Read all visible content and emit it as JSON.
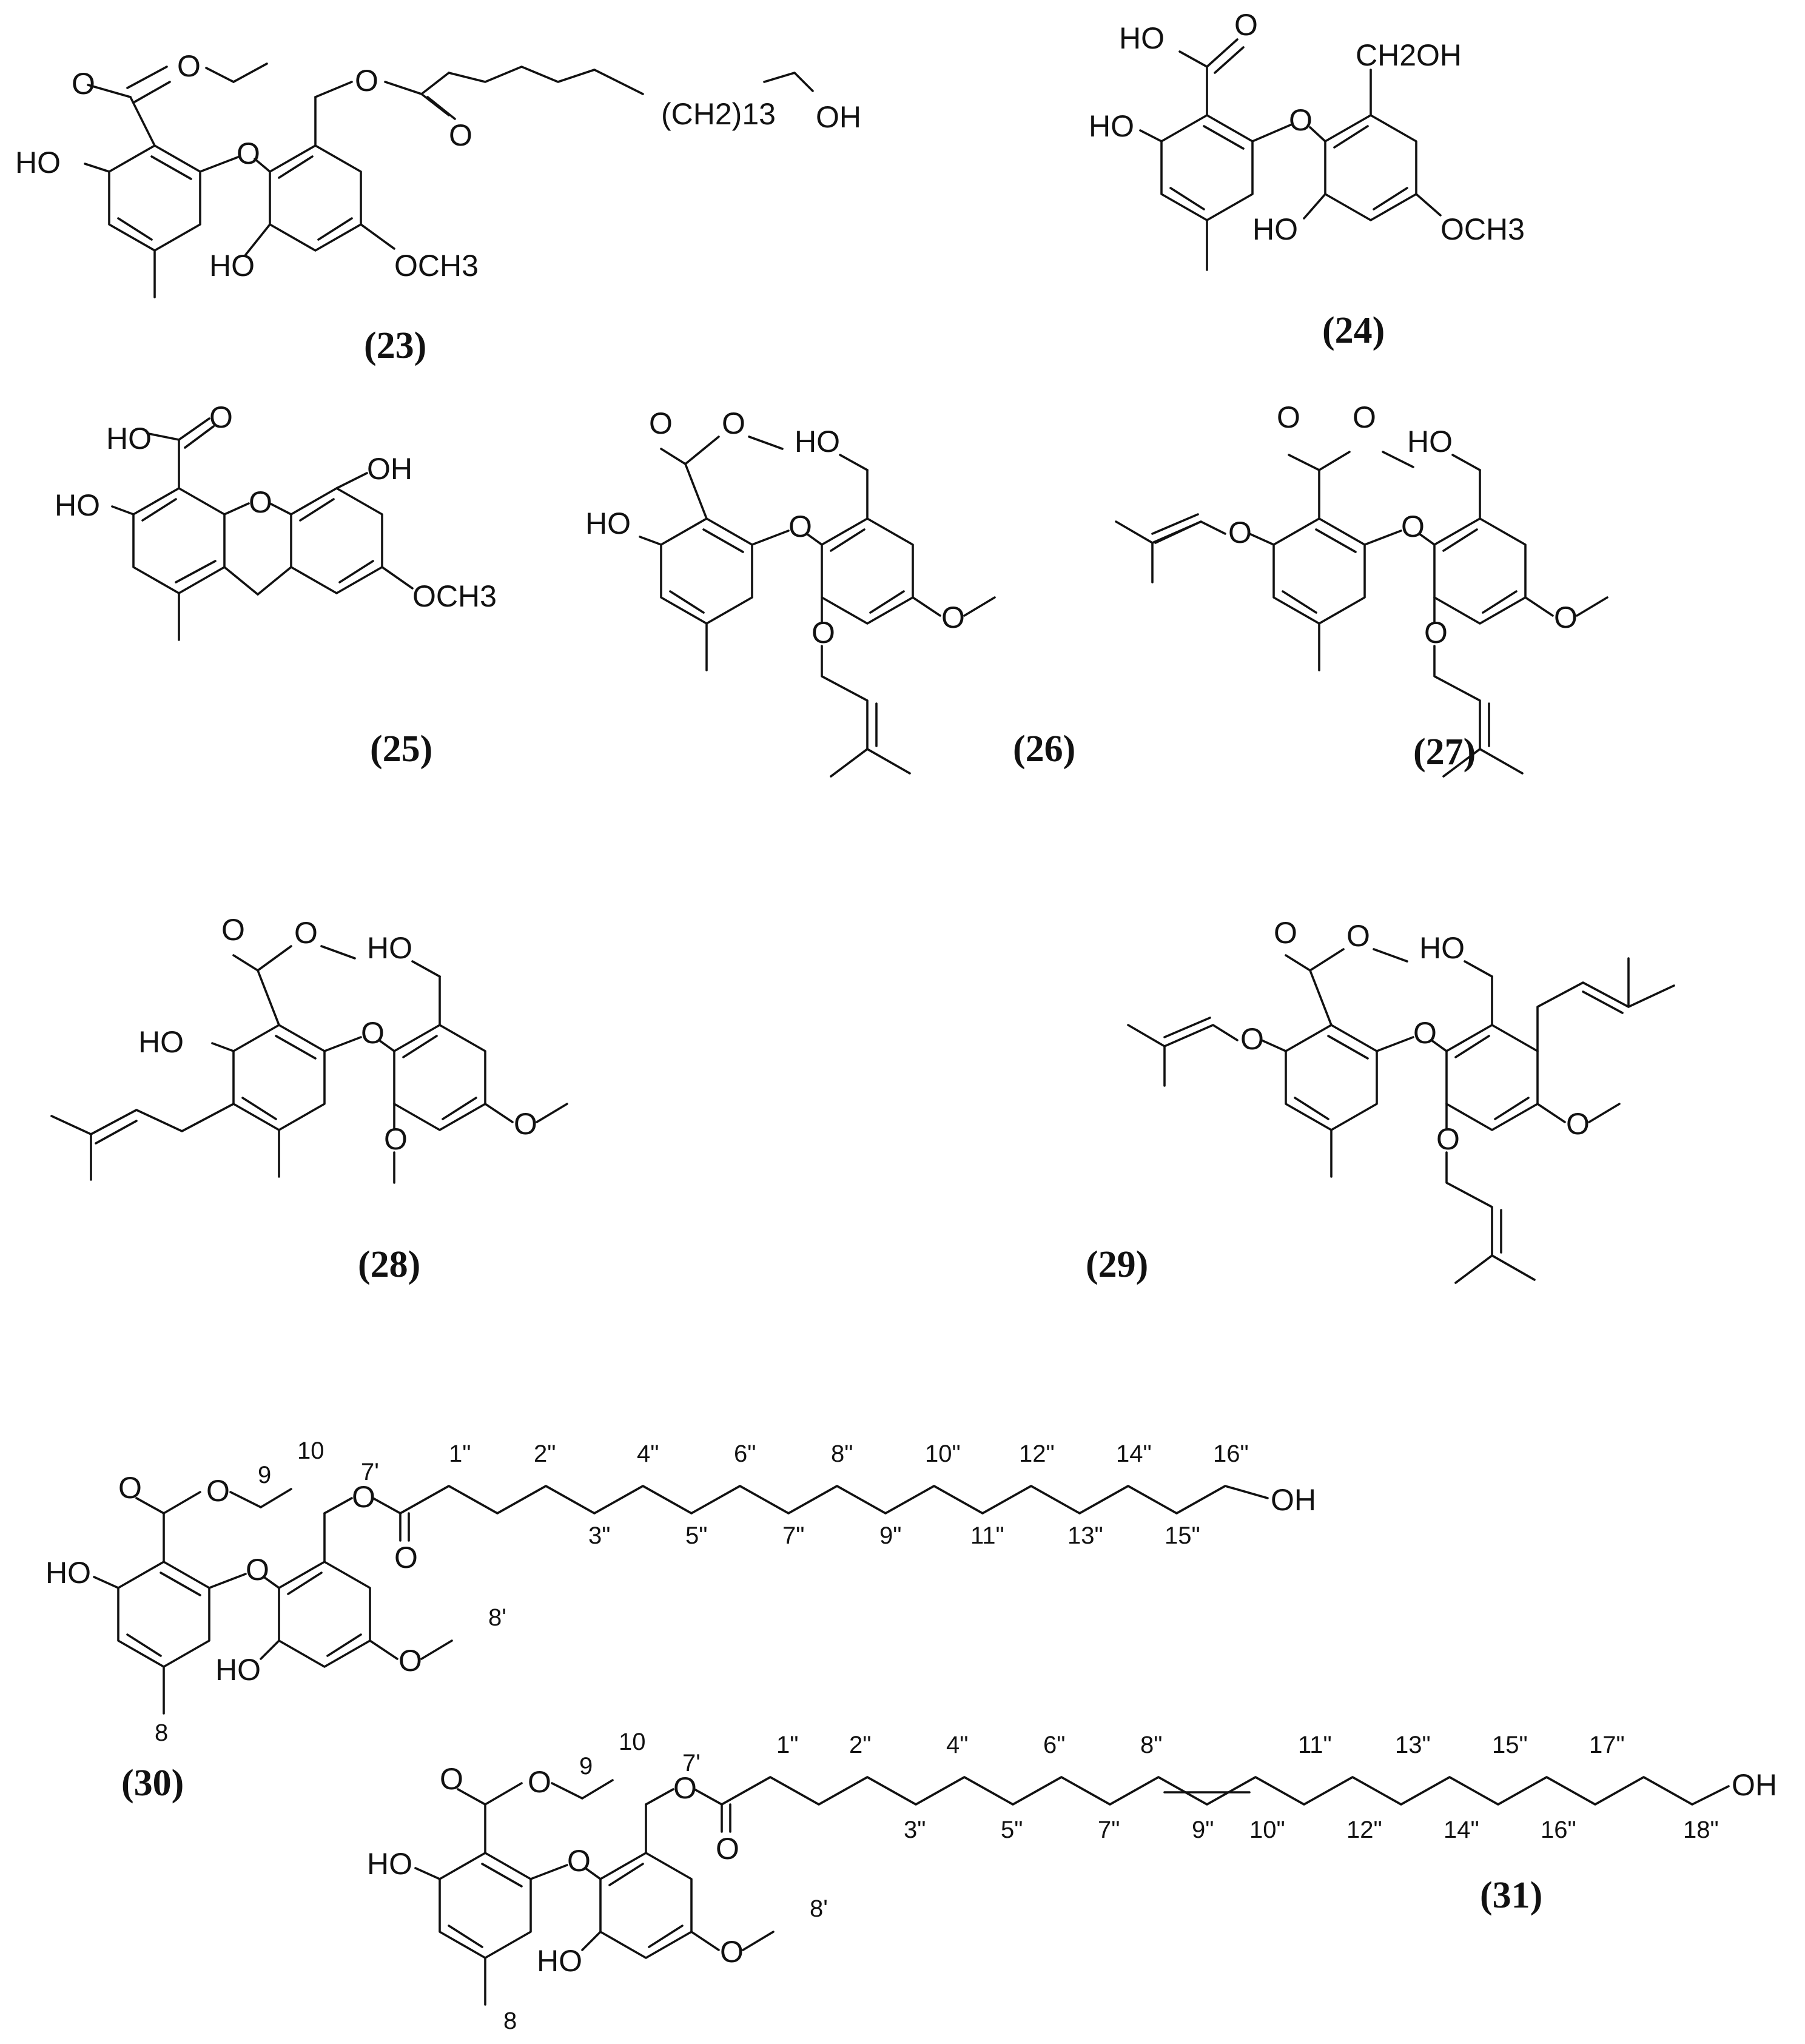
{
  "figure": {
    "compounds": [
      {
        "id": "(23)",
        "groups": {
          "ester_o": "O",
          "ester_oe": "O",
          "carbonyl_o": "O",
          "ho_left": "HO",
          "ether_o": "O",
          "ho_b": "HO",
          "ome": "OCH3",
          "chain_oh": "OH",
          "ch2": "(CH2)13"
        }
      },
      {
        "id": "(24)",
        "groups": {
          "acid": "HO",
          "acid_o": "O",
          "ho_left": "HO",
          "ether_o": "O",
          "ch2oh": "CH2OH",
          "ho_b": "HO",
          "ome": "OCH3"
        }
      },
      {
        "id": "(25)",
        "groups": {
          "acid": "HO",
          "acid_o": "O",
          "ho_left": "HO",
          "ring_o": "O",
          "oh_top": "OH",
          "ome": "OCH3"
        }
      },
      {
        "id": "(26)",
        "groups": {
          "ester_o": "O",
          "ester_oe": "O",
          "ho_left": "HO",
          "ether_o": "O",
          "ho_ch2": "HO",
          "o_prenyl": "O",
          "o_me": "O"
        }
      },
      {
        "id": "(27)",
        "groups": {
          "ester_o": "O",
          "ester_oe": "O",
          "o_prenyl_a": "O",
          "ether_o": "O",
          "ho_ch2": "HO",
          "o_prenyl_b": "O",
          "o_me": "O"
        }
      },
      {
        "id": "(28)",
        "groups": {
          "ester_o": "O",
          "ester_oe": "O",
          "ho_left": "HO",
          "ether_o": "O",
          "ho_ch2": "HO",
          "o_me_b": "O",
          "o_me": "O"
        }
      },
      {
        "id": "(29)",
        "groups": {
          "ester_o": "O",
          "ester_oe": "O",
          "o_prenyl_a": "O",
          "ether_o": "O",
          "ho_ch2": "HO",
          "o_prenyl_b": "O",
          "o_me": "O"
        }
      },
      {
        "id": "(30)",
        "groups": {
          "ester_o": "O",
          "ester_oe": "O",
          "ho_left": "HO",
          "ether_o": "O",
          "ho_b": "HO",
          "o_me": "O",
          "chain_o": "O",
          "chain_co": "O",
          "chain_oh": "OH"
        },
        "numbers": [
          "10",
          "9",
          "7'",
          "8'",
          "8",
          "1\"",
          "2\"",
          "3\"",
          "4\"",
          "5\"",
          "6\"",
          "7\"",
          "8\"",
          "9\"",
          "10\"",
          "11\"",
          "12\"",
          "13\"",
          "14\"",
          "15\"",
          "16\""
        ]
      },
      {
        "id": "(31)",
        "groups": {
          "ester_o": "O",
          "ester_oe": "O",
          "ho_left": "HO",
          "ether_o": "O",
          "ho_b": "HO",
          "o_me": "O",
          "chain_o": "O",
          "chain_co": "O",
          "chain_oh": "OH"
        },
        "numbers": [
          "10",
          "9",
          "7'",
          "8'",
          "8",
          "1\"",
          "2\"",
          "3\"",
          "4\"",
          "5\"",
          "6\"",
          "7\"",
          "8\"",
          "9\"",
          "10\"",
          "11\"",
          "12\"",
          "13\"",
          "14\"",
          "15\"",
          "16\"",
          "17\"",
          "18\""
        ]
      }
    ]
  }
}
